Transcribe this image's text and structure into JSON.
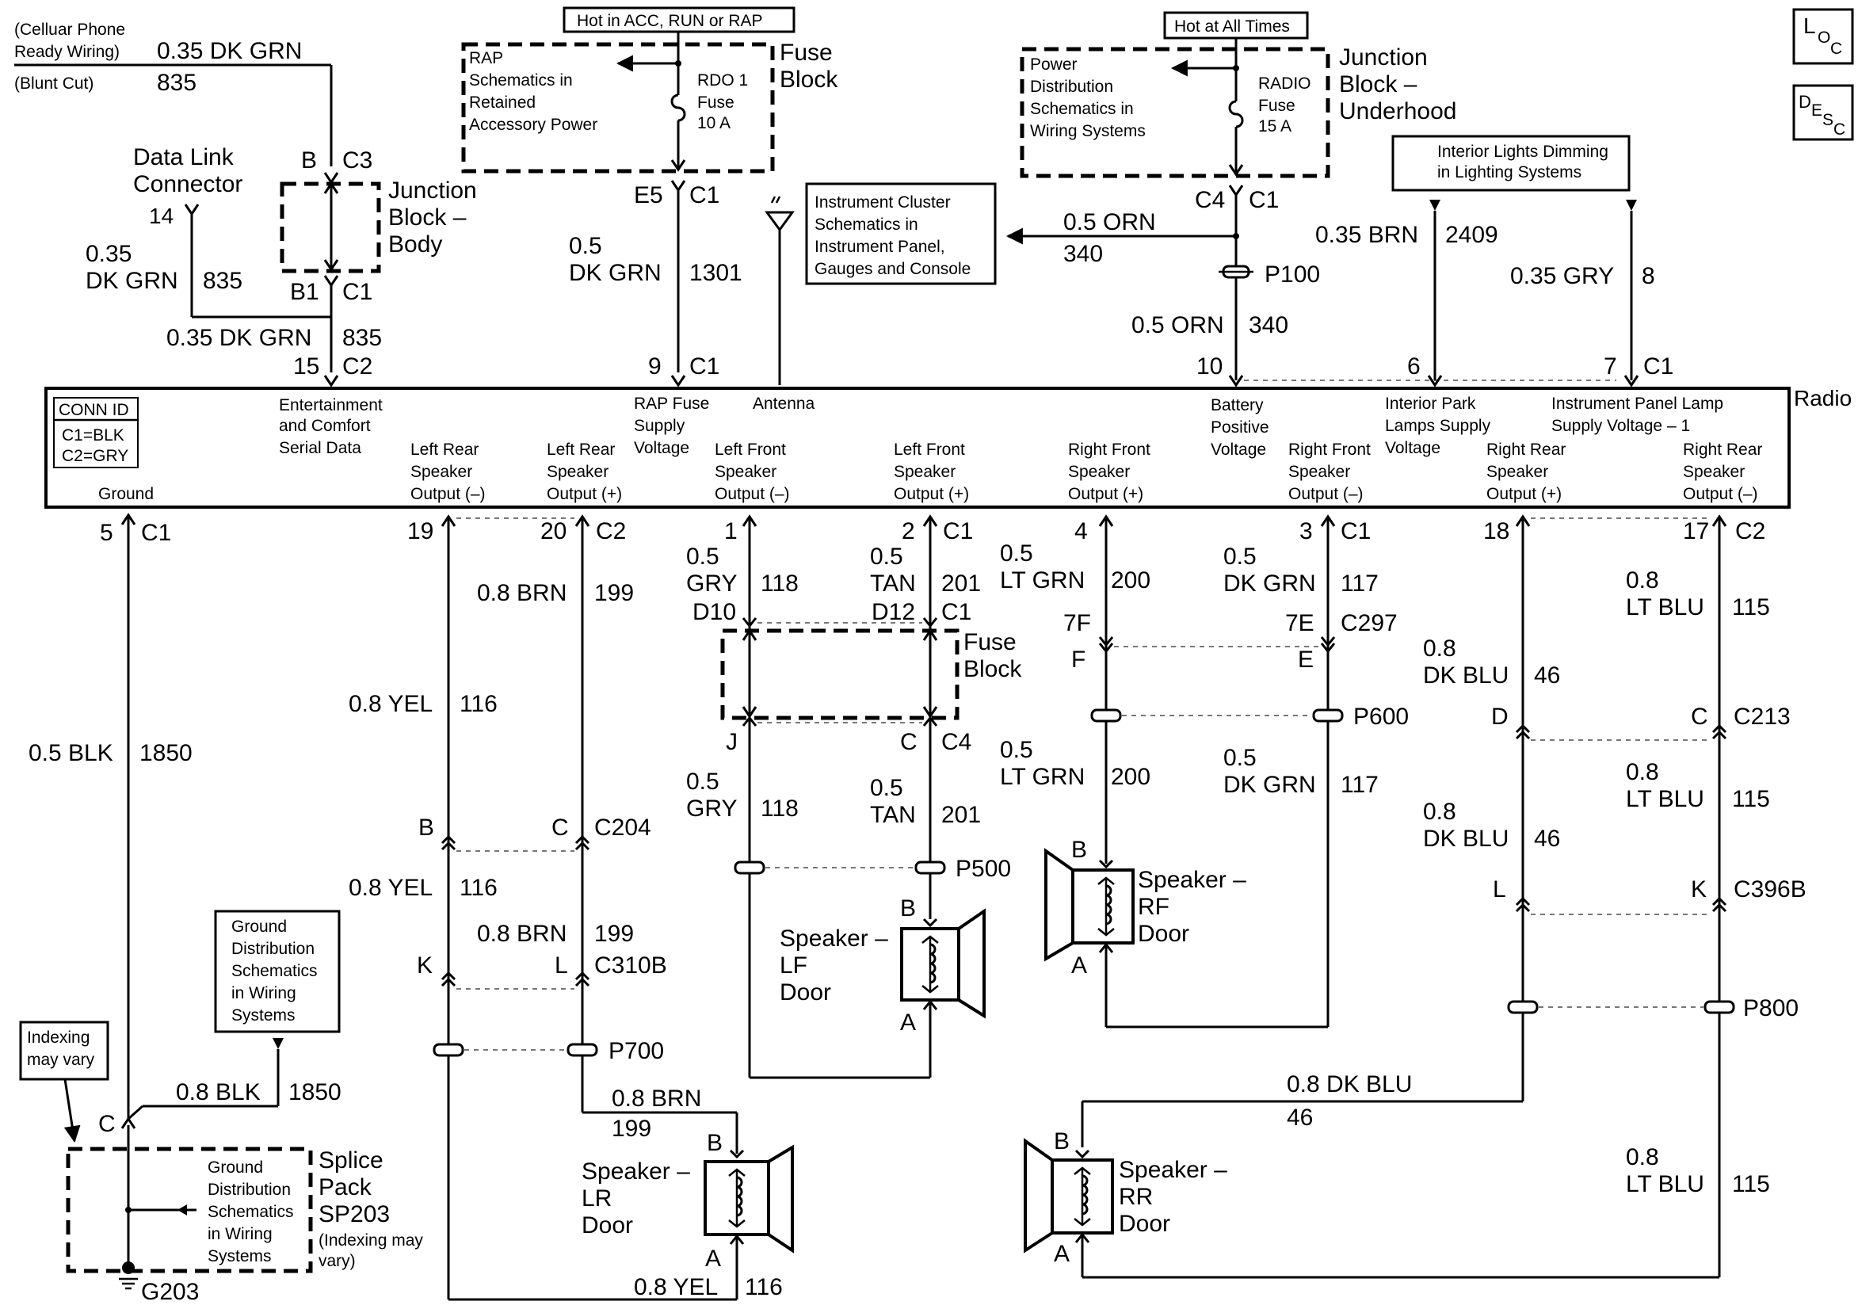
{
  "top_left": {
    "cell_note_1": "(Celluar Phone",
    "cell_note_2": "Ready Wiring)",
    "blunt_cut": "(Blunt Cut)",
    "wire_gauge": "0.35 DK GRN",
    "wire_circuit": "835",
    "pin_b": "B",
    "pin_c3": "C3",
    "dlc_1": "Data Link",
    "dlc_2": "Connector",
    "dlc_pin": "14",
    "dlc_gauge_1": "0.35",
    "dlc_gauge_2": "DK GRN",
    "dlc_circuit": "835",
    "jb_body_1": "Junction",
    "jb_body_2": "Block –",
    "jb_body_3": "Body",
    "pin_b1": "B1",
    "pin_c1": "C1",
    "gauge_2": "0.35 DK GRN",
    "circuit_2": "835",
    "pin_15": "15",
    "pin_c2": "C2"
  },
  "rap": {
    "hot_label": "Hot in ACC, RUN or RAP",
    "ref_1": "RAP",
    "ref_2": "Schematics in",
    "ref_3": "Retained",
    "ref_4": "Accessory Power",
    "fuse_1": "RDO 1",
    "fuse_2": "Fuse",
    "fuse_3": "10 A",
    "block_1": "Fuse",
    "block_2": "Block",
    "pin_e5": "E5",
    "pin_c1": "C1",
    "gauge_1": "0.5",
    "gauge_2": "DK GRN",
    "circuit": "1301",
    "pin_9": "9",
    "pin_c1b": "C1"
  },
  "cluster_ref": {
    "line_1": "Instrument Cluster",
    "line_2": "Schematics in",
    "line_3": "Instrument Panel,",
    "line_4": "Gauges and Console"
  },
  "battery": {
    "hot_label": "Hot at All Times",
    "ref_1": "Power",
    "ref_2": "Distribution",
    "ref_3": "Schematics in",
    "ref_4": "Wiring Systems",
    "fuse_1": "RADIO",
    "fuse_2": "Fuse",
    "fuse_3": "15 A",
    "block_1": "Junction",
    "block_2": "Block –",
    "block_3": "Underhood",
    "pin_c4": "C4",
    "pin_c1": "C1",
    "branch_gauge": "0.5 ORN",
    "branch_circuit": "340",
    "splice": "P100",
    "gauge": "0.5 ORN",
    "circuit": "340",
    "pin_10": "10"
  },
  "dimming": {
    "line_1": "Interior Lights Dimming",
    "line_2": "in Lighting Systems",
    "gauge_1": "0.35 BRN",
    "circuit_1": "2409",
    "gauge_2": "0.35 GRY",
    "circuit_2": "8",
    "pin_6": "6",
    "pin_7": "7",
    "pin_c1": "C1"
  },
  "loc_desc": {
    "loc_l": "L",
    "loc_o": "O",
    "loc_c": "C",
    "desc_d": "D",
    "desc_e": "E",
    "desc_s": "S",
    "desc_c": "C"
  },
  "radio": {
    "name": "Radio",
    "conn_id": "CONN ID",
    "c1": "C1=BLK",
    "c2": "C2=GRY",
    "ground": "Ground",
    "ent_1": "Entertainment",
    "ent_2": "and Comfort",
    "ent_3": "Serial Data",
    "lr_neg_1": "Left Rear",
    "lr_neg_2": "Speaker",
    "lr_neg_3": "Output (–)",
    "lr_pos_1": "Left Rear",
    "lr_pos_2": "Speaker",
    "lr_pos_3": "Output (+)",
    "rap_1": "RAP Fuse",
    "rap_2": "Supply",
    "rap_3": "Voltage",
    "antenna": "Antenna",
    "lf_neg_1": "Left Front",
    "lf_neg_2": "Speaker",
    "lf_neg_3": "Output (–)",
    "lf_pos_1": "Left Front",
    "lf_pos_2": "Speaker",
    "lf_pos_3": "Output (+)",
    "rf_pos_1": "Right Front",
    "rf_pos_2": "Speaker",
    "rf_pos_3": "Output (+)",
    "bat_1": "Battery",
    "bat_2": "Positive",
    "bat_3": "Voltage",
    "rf_neg_1": "Right Front",
    "rf_neg_2": "Speaker",
    "rf_neg_3": "Output (–)",
    "park_1": "Interior Park",
    "park_2": "Lamps Supply",
    "park_3": "Voltage",
    "rr_pos_1": "Right Rear",
    "rr_pos_2": "Speaker",
    "rr_pos_3": "Output (+)",
    "ipl_1": "Instrument Panel Lamp",
    "ipl_2": "Supply Voltage – 1",
    "rr_neg_1": "Right Rear",
    "rr_neg_2": "Speaker",
    "rr_neg_3": "Output (–)"
  },
  "ground": {
    "pin_5": "5",
    "pin_c1": "C1",
    "gauge": "0.5 BLK",
    "circuit": "1850",
    "ref_1": "Ground",
    "ref_2": "Distribution",
    "ref_3": "Schematics",
    "ref_4": "in Wiring",
    "ref_5": "Systems",
    "idx_1": "Indexing",
    "idx_2": "may vary",
    "gauge_2": "0.8 BLK",
    "circuit_2": "1850",
    "pin_c": "C",
    "splice_ref_1": "Ground",
    "splice_ref_2": "Distribution",
    "splice_ref_3": "Schematics",
    "splice_ref_4": "in Wiring",
    "splice_ref_5": "Systems",
    "pack_1": "Splice",
    "pack_2": "Pack",
    "pack_3": "SP203",
    "pack_4": "(Indexing may",
    "pack_5": "vary)",
    "g203": "G203"
  },
  "left_rear": {
    "pin_19": "19",
    "pin_20": "20",
    "pin_c2": "C2",
    "brn_gauge": "0.8 BRN",
    "brn_circuit": "199",
    "yel_gauge": "0.8 YEL",
    "yel_circuit": "116",
    "pin_b": "B",
    "pin_c": "C",
    "c204": "C204",
    "yel_gauge_2": "0.8 YEL",
    "yel_circuit_2": "116",
    "brn_gauge_2": "0.8 BRN",
    "brn_circuit_2": "199",
    "pin_k": "K",
    "pin_l": "L",
    "c310b": "C310B",
    "p700": "P700",
    "brn_gauge_3": "0.8 BRN",
    "brn_circuit_3": "199",
    "spk_pin_b": "B",
    "spk_pin_a": "A",
    "spk_1": "Speaker –",
    "spk_2": "LR",
    "spk_3": "Door",
    "yel_gauge_3": "0.8 YEL",
    "yel_circuit_3": "116"
  },
  "left_front": {
    "pin_1": "1",
    "pin_2": "2",
    "pin_c1": "C1",
    "gry_g1": "0.5",
    "gry_g2": "GRY",
    "gry_circuit": "118",
    "tan_g1": "0.5",
    "tan_g2": "TAN",
    "tan_circuit": "201",
    "d10": "D10",
    "d12": "D12",
    "c1": "C1",
    "fb_1": "Fuse",
    "fb_2": "Block",
    "pin_j": "J",
    "pin_c": "C",
    "c4": "C4",
    "gry2_g1": "0.5",
    "gry2_g2": "GRY",
    "gry2_circuit": "118",
    "tan2_g1": "0.5",
    "tan2_g2": "TAN",
    "tan2_circuit": "201",
    "p500": "P500",
    "spk_pin_b": "B",
    "spk_pin_a": "A",
    "spk_1": "Speaker –",
    "spk_2": "LF",
    "spk_3": "Door"
  },
  "right_front": {
    "pin_4": "4",
    "pin_3": "3",
    "pin_c1": "C1",
    "lt_g1": "0.5",
    "lt_g2": "LT GRN",
    "lt_circuit": "200",
    "dk_g1": "0.5",
    "dk_g2": "DK GRN",
    "dk_circuit": "117",
    "f7": "7F",
    "e7": "7E",
    "c297": "C297",
    "pin_f": "F",
    "pin_e": "E",
    "p600": "P600",
    "lt2_g1": "0.5",
    "lt2_g2": "LT GRN",
    "lt2_circuit": "200",
    "dk2_g1": "0.5",
    "dk2_g2": "DK GRN",
    "dk2_circuit": "117",
    "spk_pin_b": "B",
    "spk_pin_a": "A",
    "spk_1": "Speaker –",
    "spk_2": "RF",
    "spk_3": "Door"
  },
  "right_rear": {
    "pin_18": "18",
    "pin_17": "17",
    "pin_c2": "C2",
    "lb_g1": "0.8",
    "lb_g2": "LT BLU",
    "lb_circuit": "115",
    "db_g1": "0.8",
    "db_g2": "DK BLU",
    "db_circuit": "46",
    "pin_d": "D",
    "pin_c": "C",
    "c213": "C213",
    "lb2_g1": "0.8",
    "lb2_g2": "LT BLU",
    "lb2_circuit": "115",
    "db2_g1": "0.8",
    "db2_g2": "DK BLU",
    "db2_circuit": "46",
    "pin_l": "L",
    "pin_k": "K",
    "c396b": "C396B",
    "p800": "P800",
    "db3_gauge": "0.8 DK BLU",
    "db3_circuit": "46",
    "lb3_g1": "0.8",
    "lb3_g2": "LT BLU",
    "lb3_circuit": "115",
    "spk_pin_b": "B",
    "spk_pin_a": "A",
    "spk_1": "Speaker –",
    "spk_2": "RR",
    "spk_3": "Door"
  }
}
